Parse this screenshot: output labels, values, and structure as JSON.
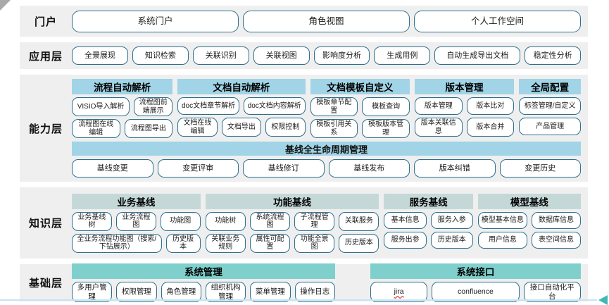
{
  "colors": {
    "band_background": "#efefef",
    "capability_header": "#a0d4e6",
    "knowledge_header": "#c5d8d8",
    "foundation_header": "#7fd0cd",
    "button_border": "#2e6f8e",
    "bottom_line": "#c5e4f5",
    "bottom_arrow": "#3fb9b4"
  },
  "spellcheck_marked": [
    "jira"
  ],
  "layers": [
    {
      "name": "portal",
      "label": "门户",
      "sections": [
        {
          "type": "buttons",
          "id": "portal-buttons",
          "size": "lg",
          "buttons": [
            "系统门户",
            "角色视图",
            "个人工作空间"
          ]
        }
      ]
    },
    {
      "name": "app",
      "label": "应用层",
      "sections": [
        {
          "type": "buttons",
          "id": "app-buttons",
          "size": "md",
          "buttons": [
            "全景展现",
            "知识检索",
            "关联识别",
            "关联视图",
            "影响度分析",
            "生成用例",
            "自动生成导出文档",
            "稳定性分析"
          ]
        }
      ]
    },
    {
      "name": "capability",
      "label": "能力层",
      "sections": [
        {
          "type": "groups",
          "id": "capability-groups",
          "groups": [
            {
              "id": "process-auto-parse",
              "title": "流程自动解析",
              "rows": [
                [
                  "VISIO导入解析",
                  "流程图前端展示"
                ],
                [
                  "流程图在线编辑",
                  "流程图导出"
                ]
              ]
            },
            {
              "id": "doc-auto-parse",
              "title": "文档自动解析",
              "rows": [
                [
                  "doc文档章节解析",
                  "doc文档内容解析"
                ],
                [
                  "文档在线编辑",
                  "文档导出",
                  "权限控制"
                ]
              ]
            },
            {
              "id": "doc-template-custom",
              "title": "文档模板自定义",
              "rows": [
                [
                  "模板章节配置",
                  "模板查询"
                ],
                [
                  "模板引用关系",
                  "模板版本管理"
                ]
              ]
            },
            {
              "id": "version-mgmt",
              "title": "版本管理",
              "rows": [
                [
                  "版本管理",
                  "版本比对"
                ],
                [
                  "版本关联信息",
                  "版本合并"
                ]
              ]
            },
            {
              "id": "global-config",
              "title": "全局配置",
              "rows": [
                [
                  "标签管理/自定义"
                ],
                [
                  "产品管理"
                ]
              ]
            }
          ]
        },
        {
          "type": "banner",
          "id": "baseline-lifecycle",
          "title": "基线全生命周期管理"
        },
        {
          "type": "buttons",
          "id": "baseline-buttons",
          "size": "md",
          "buttons": [
            "基线变更",
            "变更评审",
            "基线修订",
            "基线发布",
            "版本纠错",
            "变更历史"
          ]
        }
      ]
    },
    {
      "name": "knowledge",
      "label": "知识层",
      "sections": [
        {
          "type": "groups",
          "id": "knowledge-groups",
          "groups": [
            {
              "id": "business-baseline",
              "title": "业务基线",
              "rows": [
                [
                  "业务基线树",
                  "业务流程图",
                  "功能图"
                ],
                [
                  "全业务流程功能图（搜索/下钻展示）",
                  "历史版本"
                ]
              ]
            },
            {
              "id": "function-baseline",
              "title": "功能基线",
              "rows": [
                [
                  "功能树",
                  "系统流程图",
                  "子流程管理",
                  "关联服务"
                ],
                [
                  "关联业务规则",
                  "属性可配置",
                  "功能全景图",
                  "历史版本"
                ]
              ]
            },
            {
              "id": "service-baseline",
              "title": "服务基线",
              "rows": [
                [
                  "基本信息",
                  "服务入参"
                ],
                [
                  "服务出参",
                  "历史版本"
                ]
              ]
            },
            {
              "id": "model-baseline",
              "title": "模型基线",
              "rows": [
                [
                  "模型基本信息",
                  "数据库信息"
                ],
                [
                  "用户信息",
                  "表空间信息"
                ]
              ]
            }
          ]
        }
      ]
    },
    {
      "name": "foundation",
      "label": "基础层",
      "sections": [
        {
          "type": "groups",
          "id": "foundation-groups",
          "groups": [
            {
              "id": "system-mgmt",
              "title": "系统管理",
              "rows": [
                [
                  "多用户管理",
                  "权限管理",
                  "角色管理",
                  "组织机构管理",
                  "菜单管理",
                  "操作日志"
                ]
              ]
            },
            {
              "id": "system-interface",
              "title": "系统接口",
              "rows": [
                [
                  "jira",
                  "confluence",
                  "接口自动化平台"
                ]
              ]
            }
          ]
        }
      ]
    }
  ]
}
